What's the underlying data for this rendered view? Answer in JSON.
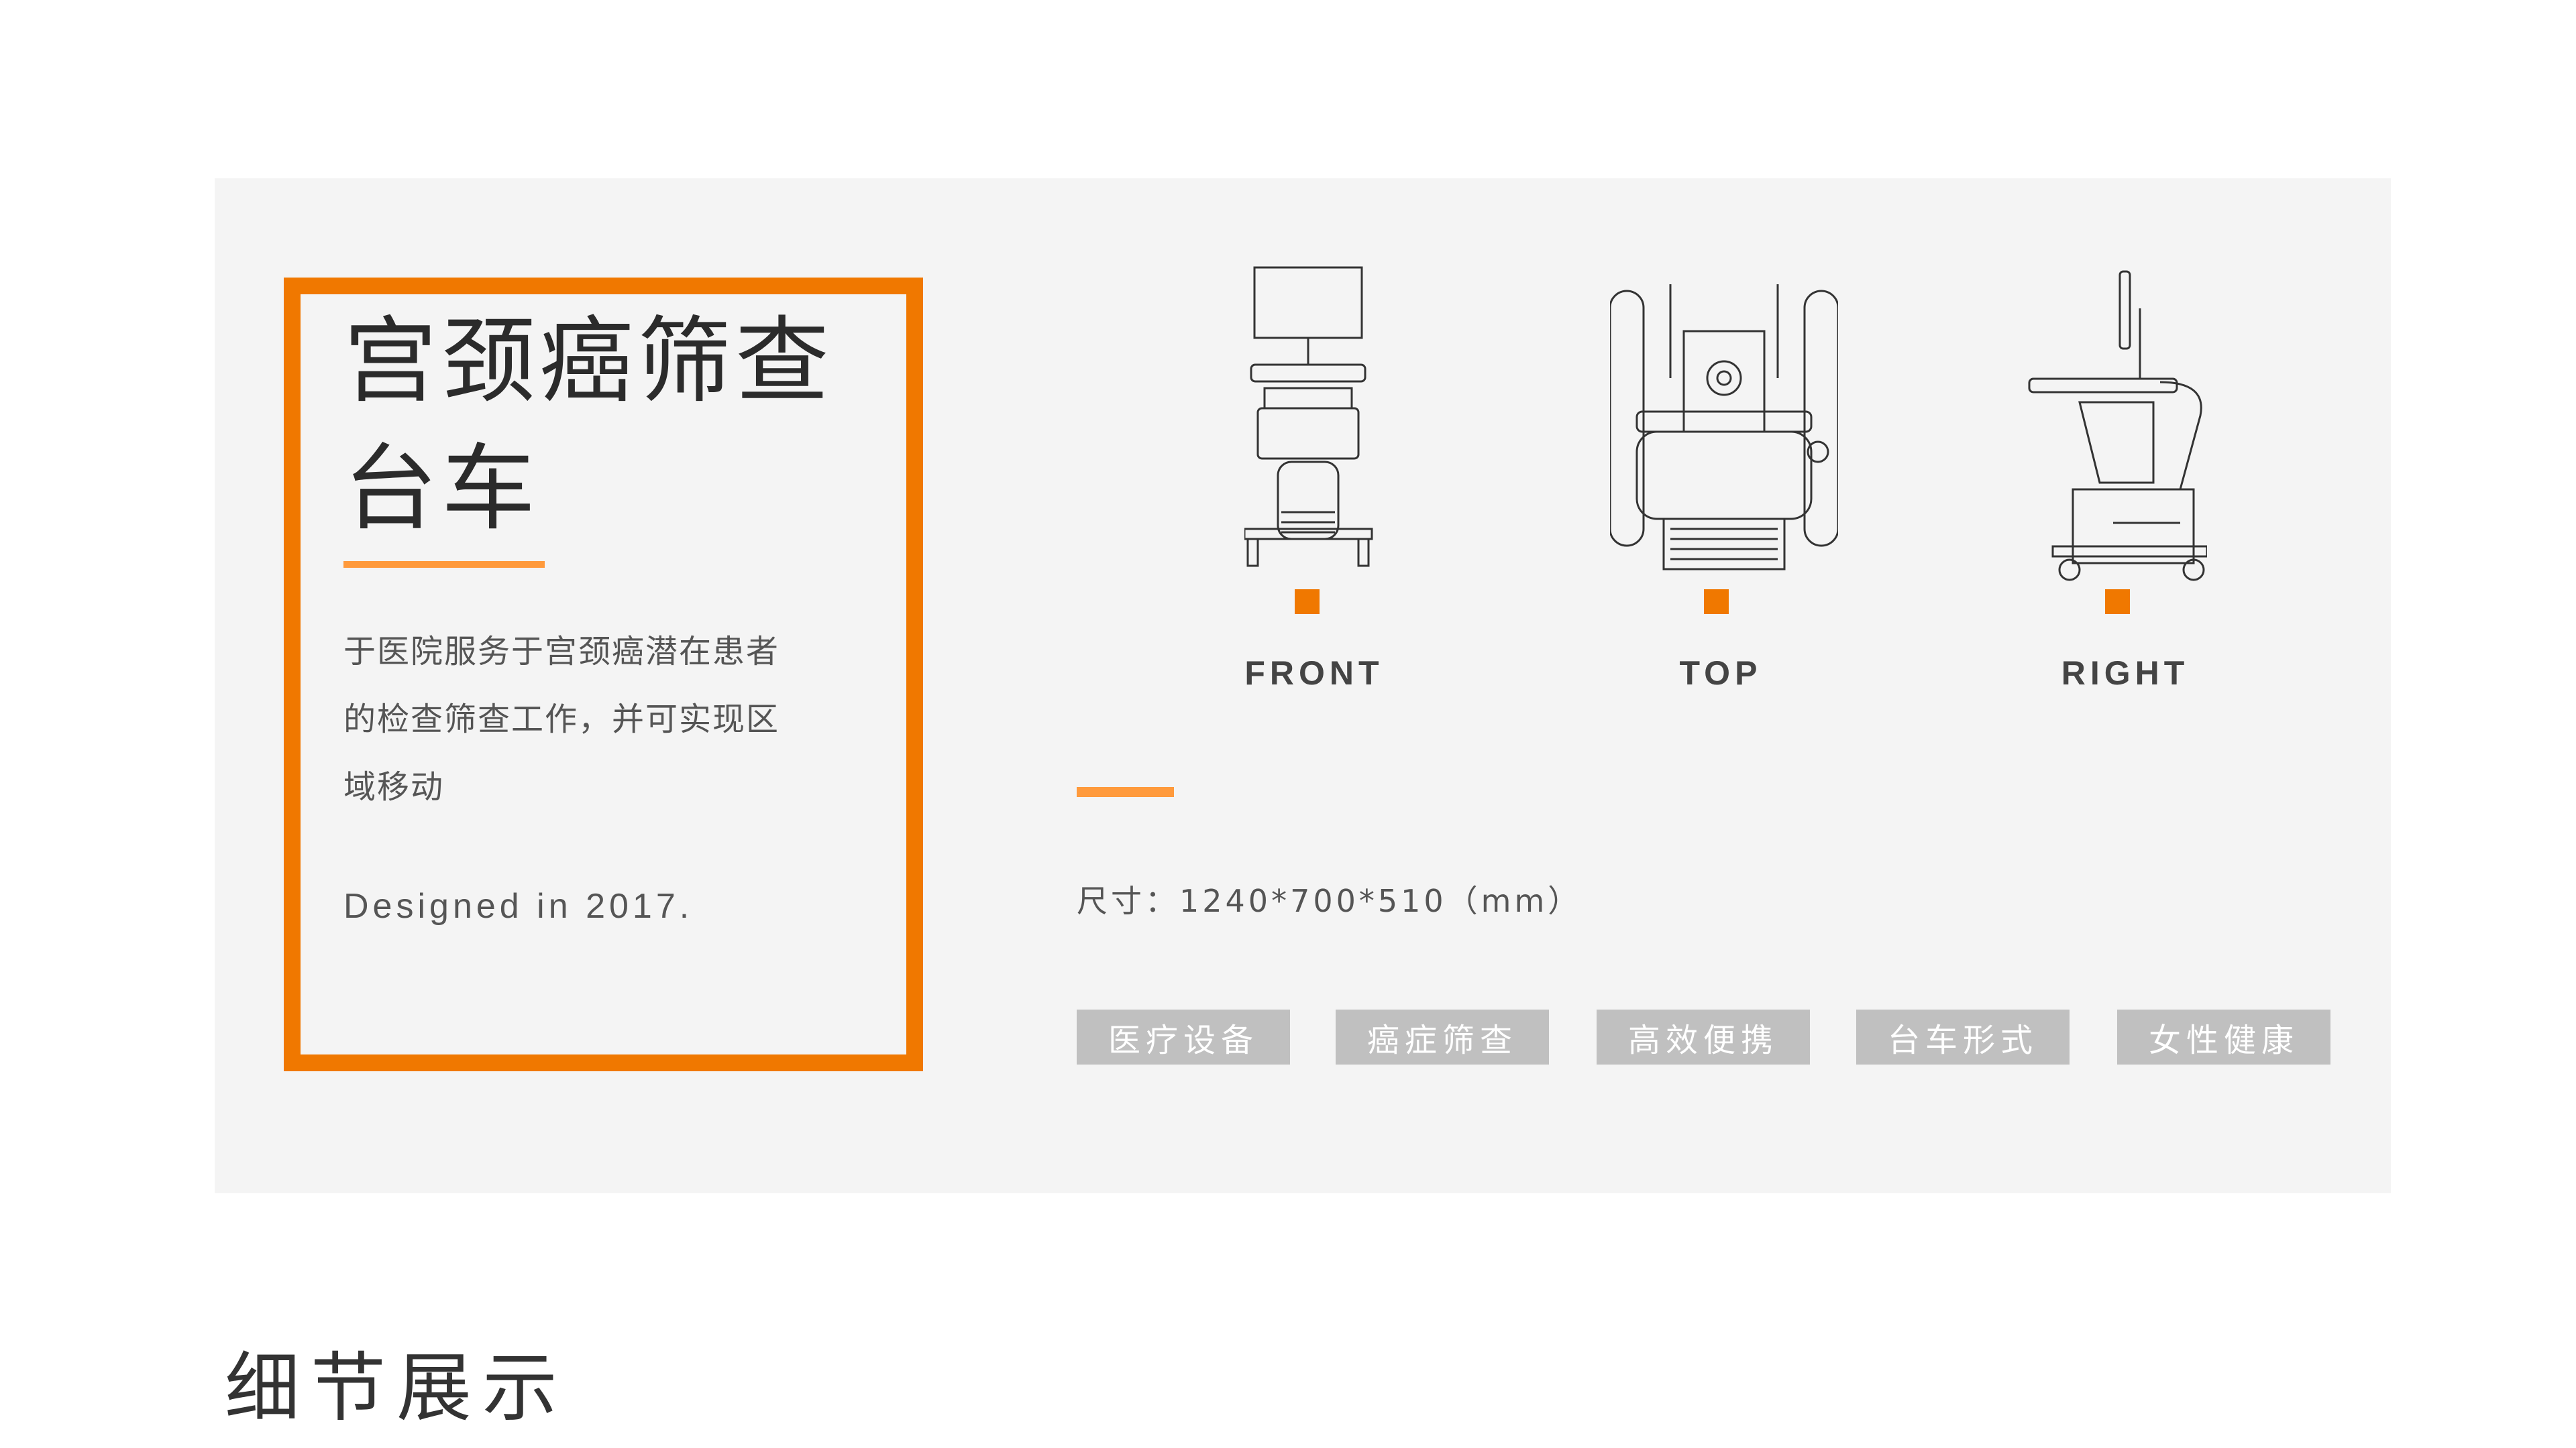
{
  "card": {
    "title_line1": "宫颈癌筛查",
    "title_line2": "台车",
    "description": [
      "于医院服务于宫颈癌潜在患者",
      "的检查筛查工作，并可实现区",
      "域移动"
    ],
    "designed": "Designed in 2017."
  },
  "views": [
    {
      "label": "FRONT",
      "icon": "cart-front-drawing"
    },
    {
      "label": "TOP",
      "icon": "cart-top-drawing"
    },
    {
      "label": "RIGHT",
      "icon": "cart-right-drawing"
    }
  ],
  "size_text": "尺寸：1240*700*510（mm）",
  "tags": [
    "医疗设备",
    "癌症筛查",
    "高效便携",
    "台车形式",
    "女性健康"
  ],
  "section_title": "细节展示",
  "colors": {
    "accent": "#f07800",
    "accent_light": "#ff9a3c",
    "panel": "#f4f4f4",
    "tag": "#c0c0c0"
  }
}
